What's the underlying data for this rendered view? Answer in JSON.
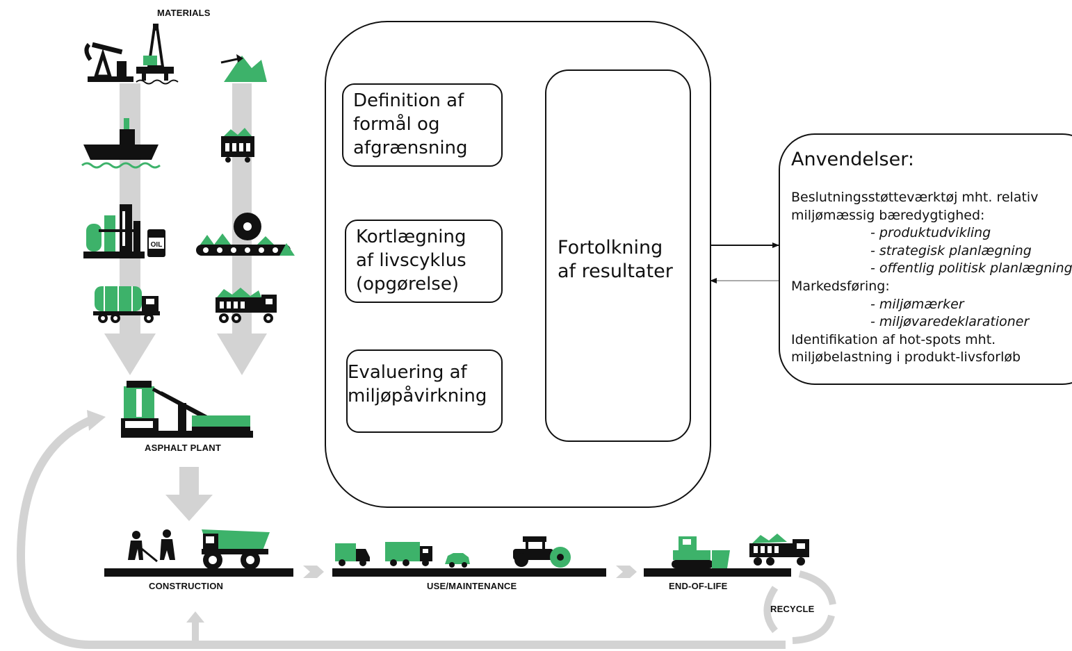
{
  "lifecycle": {
    "materials_label": "MATERIALS",
    "asphalt_plant_label": "ASPHALT PLANT",
    "construction_label": "CONSTRUCTION",
    "use_maintenance_label": "USE/MAINTENANCE",
    "end_of_life_label": "END-OF-LIFE",
    "recycle_label": "RECYCLE",
    "oil_drum_text": "OIL"
  },
  "lca": {
    "stages": [
      {
        "lines": [
          "Definition af",
          "formål og",
          "afgrænsning"
        ]
      },
      {
        "lines": [
          "Kortlægning",
          "af livscyklus",
          "(opgørelse)"
        ]
      },
      {
        "lines": [
          "Evaluering af",
          "miljøpåvirkning"
        ]
      }
    ],
    "interpretation": {
      "lines": [
        "Fortolkning",
        "af resultater"
      ]
    }
  },
  "applications": {
    "title": "Anvendelser:",
    "lines": [
      {
        "text": "Beslutningsstøtteværktøj mht. relativ",
        "indent": false
      },
      {
        "text": "miljømæssig bæredygtighed:",
        "indent": false
      },
      {
        "text": "- produktudvikling",
        "indent": true
      },
      {
        "text": "- strategisk planlægning",
        "indent": true
      },
      {
        "text": "- offentlig politisk planlægning",
        "indent": true
      },
      {
        "text": "Markedsføring:",
        "indent": false
      },
      {
        "text": "- miljømærker",
        "indent": true
      },
      {
        "text": "- miljøvaredeklarationer",
        "indent": true
      },
      {
        "text": "Identifikation af hot-spots mht.",
        "indent": false
      },
      {
        "text": "miljøbelastning i produkt-livsforløb",
        "indent": false
      }
    ]
  },
  "colors": {
    "accent_green": "#3db26a",
    "ink": "#111111",
    "flow_grey": "#d3d3d3"
  }
}
